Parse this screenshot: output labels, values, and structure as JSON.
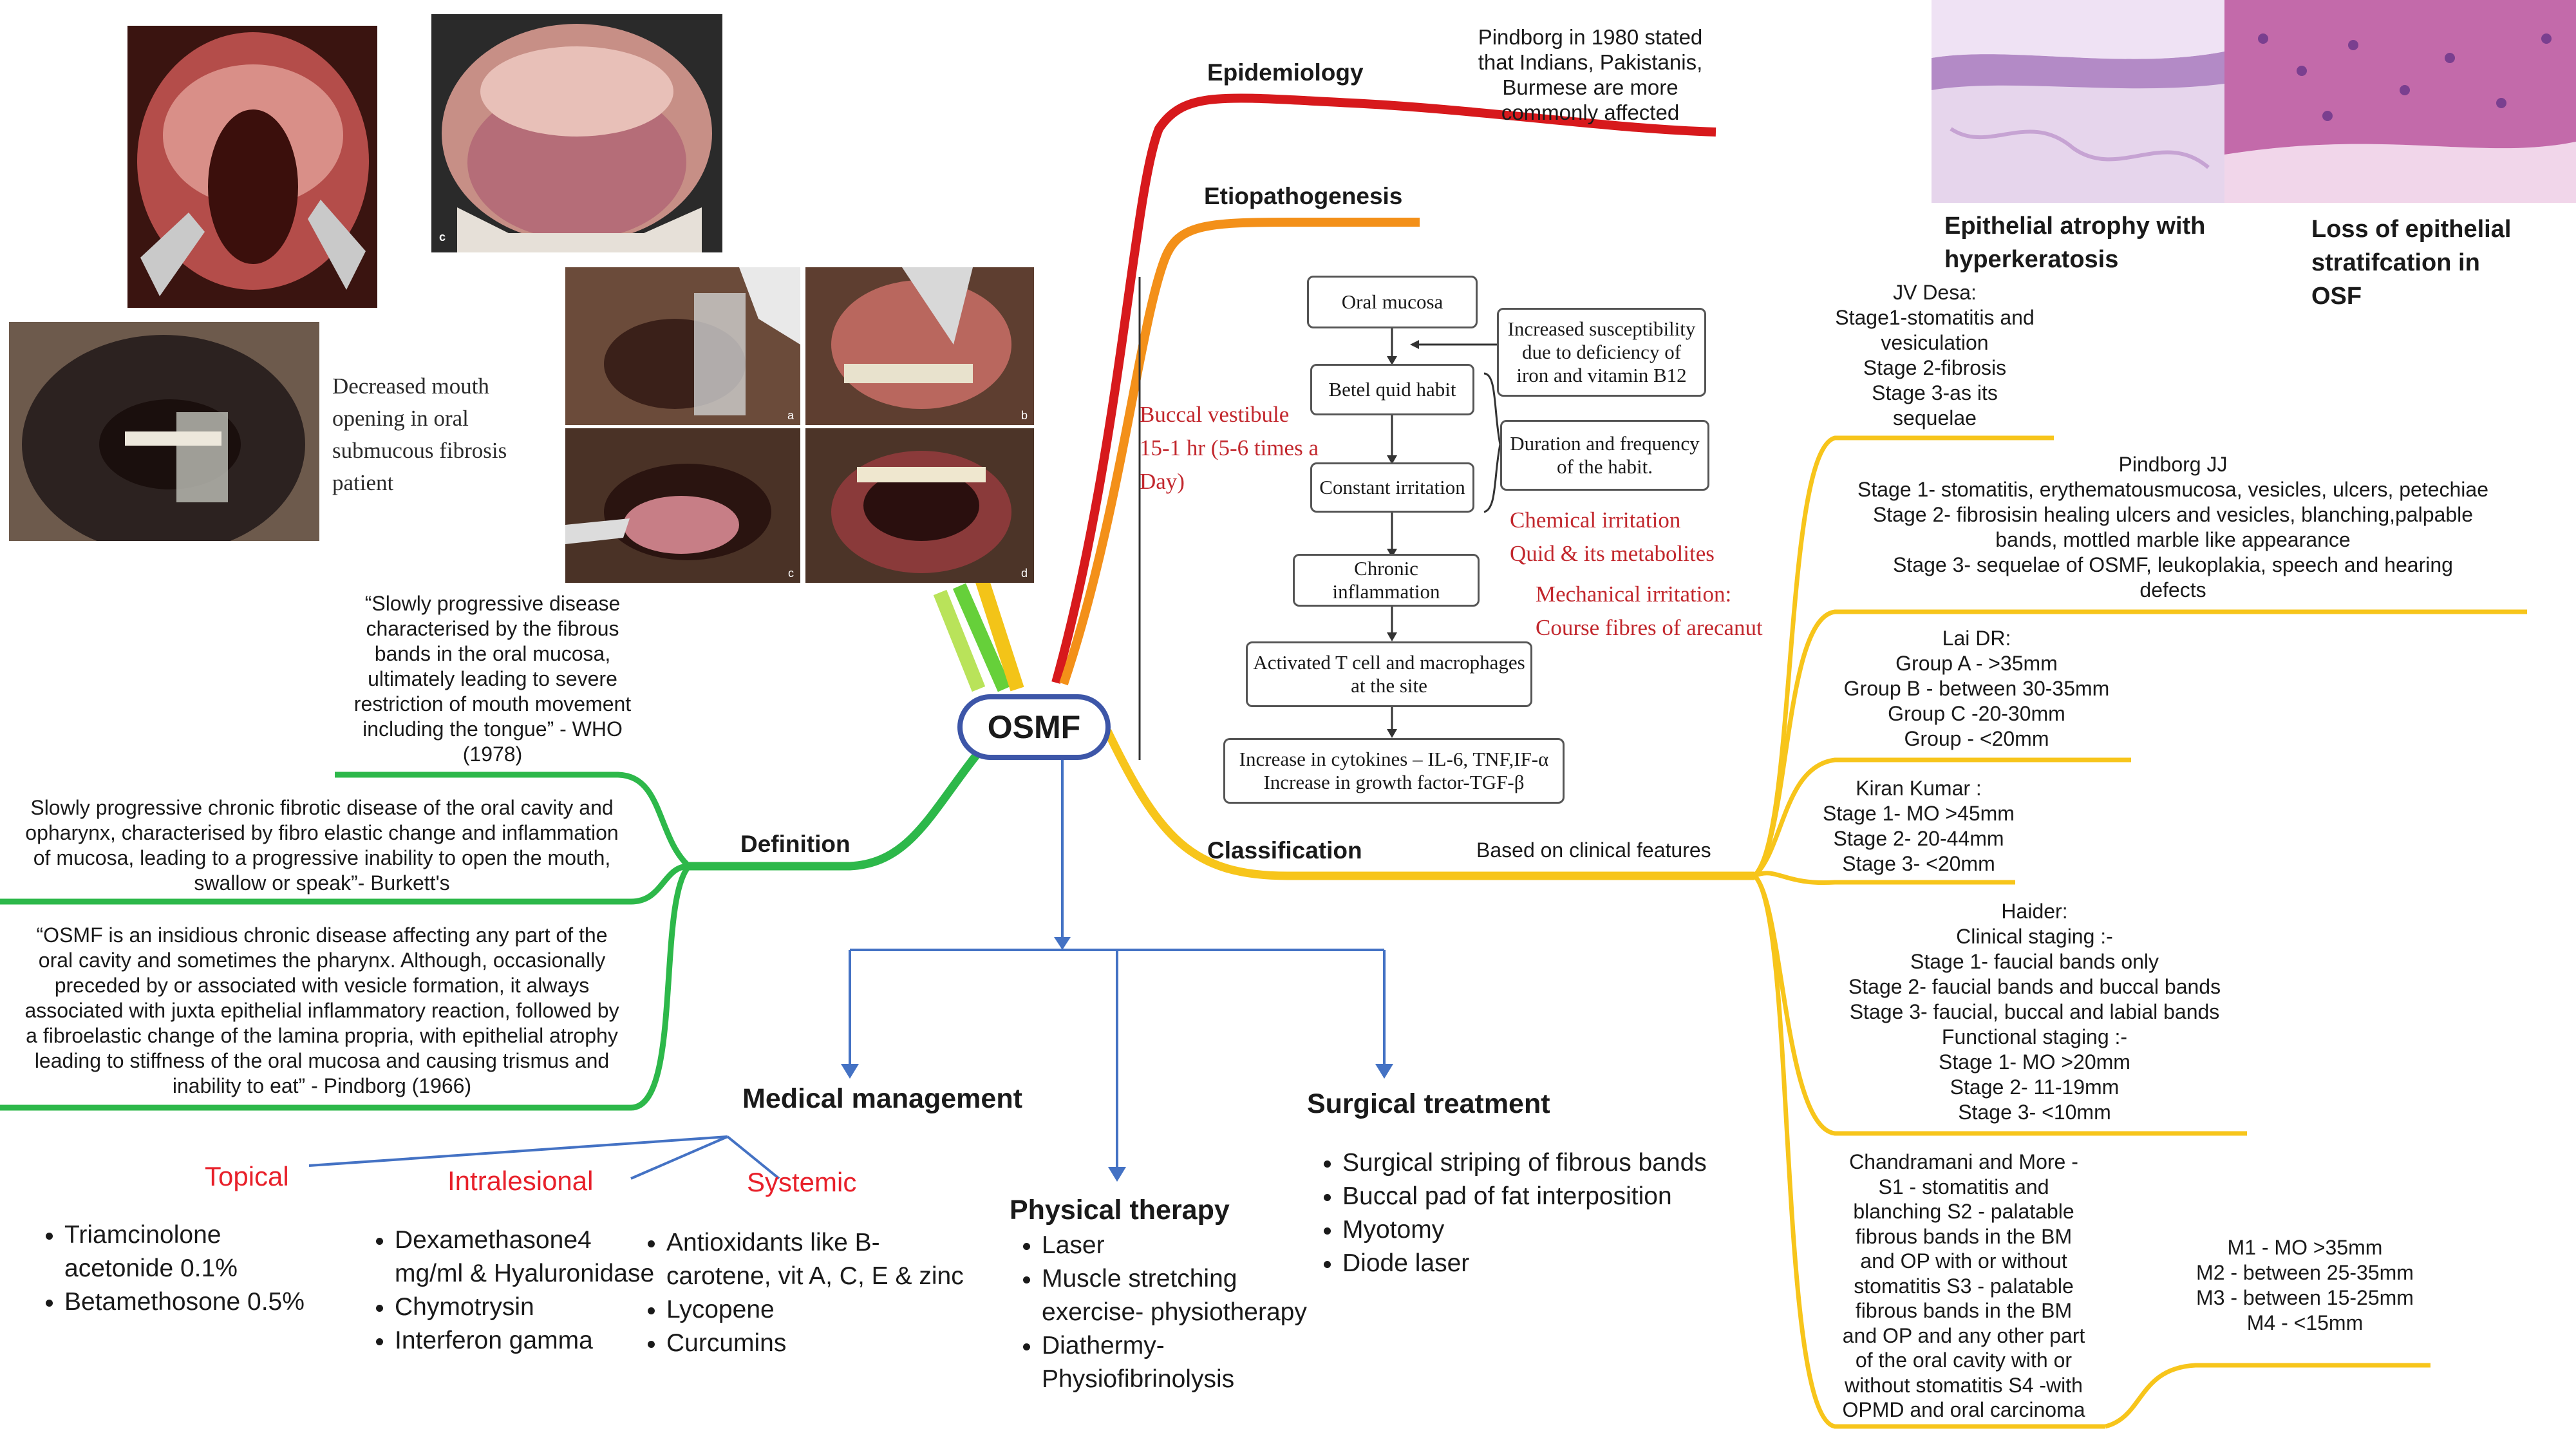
{
  "center": "OSMF",
  "branches": {
    "epidemiology": {
      "label": "Epidemiology",
      "note": "Pindborg in 1980 stated\nthat Indians, Pakistanis,\nBurmese are more\ncommonly affected"
    },
    "etiopathogenesis": {
      "label": "Etiopathogenesis",
      "flow": {
        "oral_mucosa": "Oral mucosa",
        "betel": "Betel quid habit",
        "constant": "Constant irritation",
        "chronic": "Chronic inflammation",
        "activated": "Activated T cell and macrophages\nat the site",
        "cytokines": "Increase in cytokines – IL-6, TNF,IF-α\nIncrease in growth factor-TGF-β",
        "susceptibility": "Increased susceptibility\ndue to deficiency of\niron and vitamin B12",
        "duration": "Duration and frequency\nof the habit."
      },
      "buccal": "Buccal vestibule\n15-1 hr (5-6 times a\nDay)",
      "chemical": "Chemical irritation\nQuid & its metabolites",
      "mechanical": "Mechanical irritation:\nCourse fibres of arecanut"
    },
    "classification": {
      "label": "Classification",
      "basis": "Based on clinical features",
      "jv_desa": "JV Desa:\nStage1-stomatitis and\nvesiculation\nStage 2-fibrosis\nStage 3-as its\nsequelae",
      "pindborg": "Pindborg JJ\nStage 1- stomatitis, erythematousmucosa, vesicles, ulcers, petechiae\nStage 2- fibrosisin healing ulcers and vesicles, blanching,palpable\nbands, mottled marble like appearance\nStage 3- sequelae of OSMF, leukoplakia, speech and hearing\ndefects",
      "lai": "Lai DR:\nGroup A - >35mm\nGroup B - between 30-35mm\nGroup C -20-30mm\nGroup - <20mm",
      "kiran": "Kiran Kumar :\nStage 1- MO >45mm\nStage 2- 20-44mm\nStage 3- <20mm",
      "haider": "Haider:\nClinical staging :-\nStage 1- faucial bands only\nStage 2- faucial bands and buccal bands\nStage 3- faucial, buccal and labial bands\nFunctional staging :-\nStage 1- MO >20mm\nStage 2- 11-19mm\nStage 3- <10mm",
      "chandramani": "Chandramani and More -\nS1 - stomatitis and\nblanching   S2 - palatable\nfibrous bands in the BM\nand OP with or without\nstomatitis   S3 - palatable\nfibrous bands in the BM\nand OP and any other part\nof the oral cavity with or\nwithout stomatitis   S4 -with\nOPMD and oral carcinoma",
      "m_groups": "M1 - MO >35mm\nM2 - between 25-35mm\nM3 - between 15-25mm\nM4 - <15mm"
    },
    "definition": {
      "label": "Definition",
      "who": "“Slowly progressive disease\ncharacterised by the fibrous\nbands in the oral mucosa,\nultimately leading to severe\nrestriction of mouth movement\nincluding the tongue” - WHO\n(1978)",
      "burkett": "Slowly progressive chronic fibrotic disease of the oral cavity and\nopharynx, characterised by fibro elastic change and inflammation\nof mucosa, leading to a progressive inability to open the mouth,\nswallow or speak”- Burkett's",
      "pindborg": "“OSMF is an insidious chronic disease affecting any part of the\noral cavity and sometimes the pharynx. Although, occasionally\npreceded by or associated with vesicle formation, it always\nassociated with juxta epithelial inflammatory reaction, followed by\na fibroelastic change of the lamina propria, with epithelial atrophy\nleading to stiffness of the oral mucosa and causing trismus and\ninability to eat” - Pindborg (1966)"
    },
    "medical": {
      "label": "Medical management",
      "topical": {
        "label": "Topical",
        "items": [
          "Triamcinolone acetonide 0.1%",
          "Betamethosone 0.5%"
        ]
      },
      "intralesional": {
        "label": "Intralesional",
        "items": [
          "Dexamethasone4 mg/ml & Hyaluronidase",
          "Chymotrysin",
          "Interferon gamma"
        ]
      },
      "systemic": {
        "label": "Systemic",
        "items": [
          "Antioxidants like B-carotene, vit A, C, E & zinc",
          "Lycopene",
          "Curcumins"
        ]
      }
    },
    "physical": {
      "label": "Physical therapy",
      "items": [
        "Laser",
        "Muscle stretching exercise- physiotherapy",
        "Diathermy- Physiofibrinolysis"
      ]
    },
    "surgical": {
      "label": "Surgical treatment",
      "items": [
        "Surgical striping of fibrous bands",
        "Buccal pad of fat interposition",
        "Myotomy",
        "Diode laser"
      ]
    }
  },
  "captions": {
    "mouth_opening": "Decreased mouth\nopening in oral\nsubmucous fibrosis\npatient",
    "histo1": "Epithelial atrophy with\nhyperkeratosis",
    "histo2": "Loss of epithelial\nstratifcation in\nOSF"
  },
  "photo_letters": {
    "p2": "c",
    "a": "a",
    "b": "b",
    "c": "c",
    "d": "d"
  },
  "colors": {
    "epidemiology": "#d7191c",
    "etiopathogenesis": "#f39019",
    "classification": "#f7c51b",
    "definition": "#2db84a",
    "treatment_arrows": "#4472c4",
    "center_border": "#3d56a8"
  }
}
